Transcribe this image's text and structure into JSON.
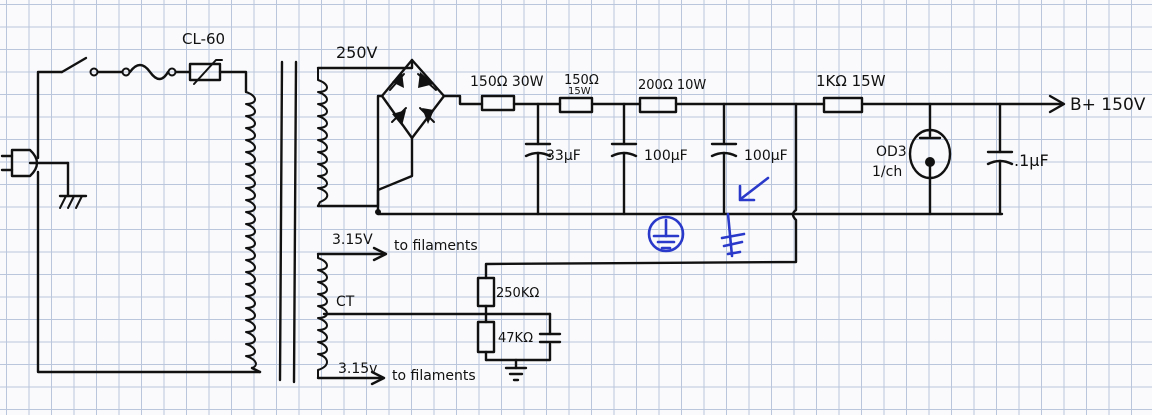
{
  "labels": {
    "thermistor": "CL-60",
    "secondary_hv": "250V",
    "heater_top": "3.15V",
    "filaments_top": "to filaments",
    "center_tap": "CT",
    "heater_bottom": "3.15v",
    "filaments_bottom": "to filaments",
    "r1": "150Ω 30W",
    "r2_value": "150Ω",
    "r2_power": "15W",
    "r3": "200Ω 10W",
    "r4": "1KΩ 15W",
    "c1": "33μF",
    "c2": "100μF",
    "c3": "100μF",
    "c4": ".1μF",
    "regulator_tube": "OD3",
    "regulator_note": "1/ch",
    "output": "B+ 150V",
    "r_divider_top": "250KΩ",
    "r_divider_bottom": "47KΩ"
  },
  "colors": {
    "ink": "#111111",
    "annotation": "#2a39c9",
    "grid": "#b9c6dc"
  }
}
